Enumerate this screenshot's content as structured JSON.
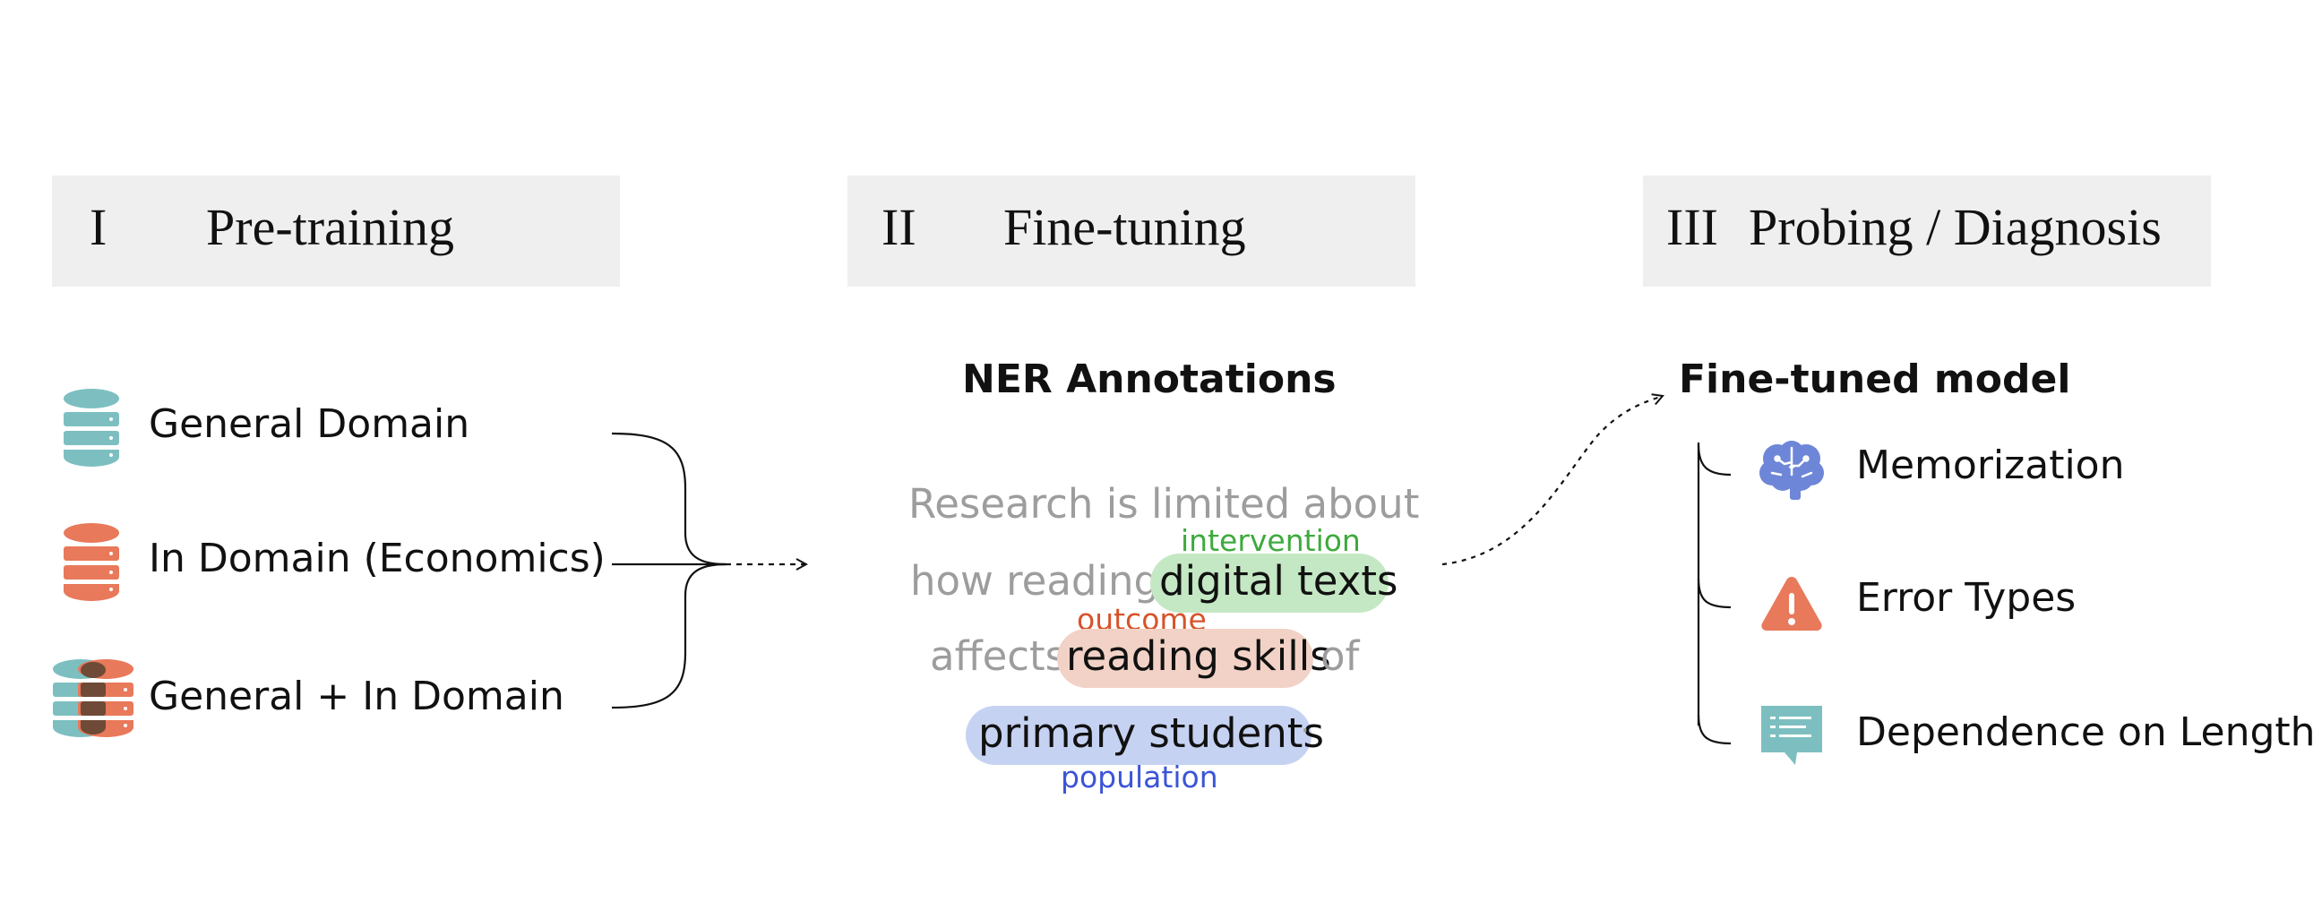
{
  "stages": [
    {
      "number": "I",
      "title": "Pre-training"
    },
    {
      "number": "II",
      "title": "Fine-tuning"
    },
    {
      "number": "III",
      "title": "Probing / Diagnosis"
    }
  ],
  "pretraining": {
    "items": [
      {
        "label": "General Domain",
        "icon": "database-icon-teal"
      },
      {
        "label": "In Domain (Economics)",
        "icon": "database-icon-orange"
      },
      {
        "label": "General + In Domain",
        "icon": "database-icon-mixed"
      }
    ]
  },
  "finetuning": {
    "heading": "NER Annotations",
    "sentence": {
      "line1": "Research is limited about",
      "line2_pre": "how reading",
      "span1": "digital texts",
      "tag1": "intervention",
      "line3_pre": "affects",
      "span2": "reading skills",
      "line3_post": "of",
      "tag2": "outcome",
      "span3": "primary students",
      "span3_end": ".",
      "tag3": "population"
    }
  },
  "probing": {
    "heading": "Fine-tuned model",
    "items": [
      {
        "label": "Memorization",
        "icon": "brain-icon"
      },
      {
        "label": "Error Types",
        "icon": "warning-icon"
      },
      {
        "label": "Dependence on Length",
        "icon": "comment-icon"
      }
    ]
  },
  "colors": {
    "teal": "#7dbfc0",
    "orange": "#e8795a",
    "green_highlight": "#c4e8c4",
    "green_tag": "#3daa3d",
    "salmon_highlight": "#f2d2c6",
    "orange_tag": "#d7532a",
    "blue_highlight": "#c6d2f2",
    "blue_tag": "#3b55d6",
    "grey_text": "#9d9d9d",
    "header_bg": "#efefef",
    "brain": "#6e86d8",
    "warning": "#e8795a",
    "comment": "#7dbfc0"
  }
}
